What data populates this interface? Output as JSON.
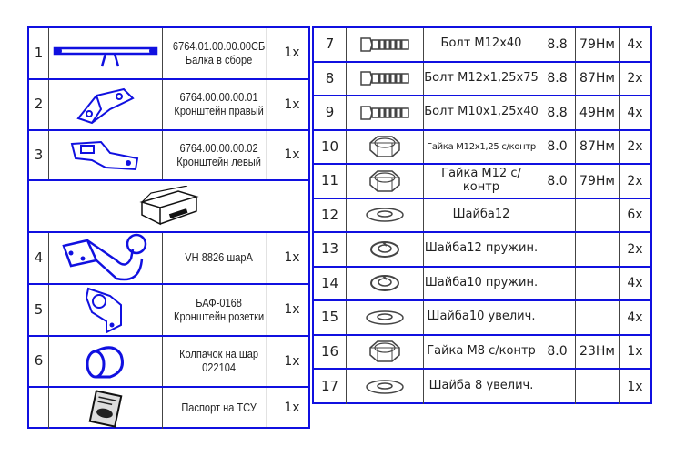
{
  "left_table": {
    "rows": [
      {
        "num": "1",
        "code": "6764.01.00.00.00СБ",
        "name": "Балка в сборе",
        "qty": "1х",
        "icon": "beam-icon"
      },
      {
        "num": "2",
        "code": "6764.00.00.00.01",
        "name": "Кронштейн правый",
        "qty": "1х",
        "icon": "right-bracket-icon"
      },
      {
        "num": "3",
        "code": "6764.00.00.00.02",
        "name": "Кронштейн левый",
        "qty": "1х",
        "icon": "left-bracket-icon"
      },
      {
        "num": "",
        "code": "",
        "name": "",
        "qty": "",
        "icon": "box-icon",
        "full": true
      },
      {
        "num": "4",
        "code": "VH 8826 шарА",
        "name": "",
        "qty": "1х",
        "icon": "tow-ball-icon"
      },
      {
        "num": "5",
        "code": "БАФ-0168",
        "name": "Кронштейн розетки",
        "qty": "1х",
        "icon": "socket-bracket-icon"
      },
      {
        "num": "6",
        "code": "Колпачок на шар",
        "name": "022104",
        "qty": "1х",
        "icon": "ball-cap-icon"
      },
      {
        "num": "",
        "code": "Паспорт на ТСУ",
        "name": "",
        "qty": "1х",
        "icon": "passport-icon"
      }
    ]
  },
  "right_table": {
    "rows": [
      {
        "num": "7",
        "name": "Болт М12х40",
        "grade": "8.8",
        "torque": "79Нм",
        "qty": "4х",
        "icon": "bolt-icon"
      },
      {
        "num": "8",
        "name": "Болт М12х1,25х75",
        "grade": "8.8",
        "torque": "87Нм",
        "qty": "2х",
        "icon": "bolt-icon"
      },
      {
        "num": "9",
        "name": "Болт М10х1,25х40",
        "grade": "8.8",
        "torque": "49Нм",
        "qty": "4х",
        "icon": "bolt-icon"
      },
      {
        "num": "10",
        "name": "Гайка М12х1,25 с/контр",
        "grade": "8.0",
        "torque": "87Нм",
        "qty": "2х",
        "icon": "nut-icon",
        "small": true
      },
      {
        "num": "11",
        "name": "Гайка М12 с/контр",
        "grade": "8.0",
        "torque": "79Нм",
        "qty": "2х",
        "icon": "nut-icon"
      },
      {
        "num": "12",
        "name": "Шайба12",
        "grade": "",
        "torque": "",
        "qty": "6х",
        "icon": "washer-icon"
      },
      {
        "num": "13",
        "name": "Шайба12 пружин.",
        "grade": "",
        "torque": "",
        "qty": "2х",
        "icon": "spring-washer-icon"
      },
      {
        "num": "14",
        "name": "Шайба10 пружин.",
        "grade": "",
        "torque": "",
        "qty": "4х",
        "icon": "spring-washer-icon"
      },
      {
        "num": "15",
        "name": "Шайба10 увелич.",
        "grade": "",
        "torque": "",
        "qty": "4х",
        "icon": "washer-icon"
      },
      {
        "num": "16",
        "name": "Гайка М8 с/контр",
        "grade": "8.0",
        "torque": "23Нм",
        "qty": "1х",
        "icon": "nut-icon"
      },
      {
        "num": "17",
        "name": "Шайба 8 увелич.",
        "grade": "",
        "torque": "",
        "qty": "1х",
        "icon": "washer-icon"
      }
    ]
  },
  "colors": {
    "border": "#1010e0",
    "part": "#1010e0",
    "hardware": "#444444"
  }
}
